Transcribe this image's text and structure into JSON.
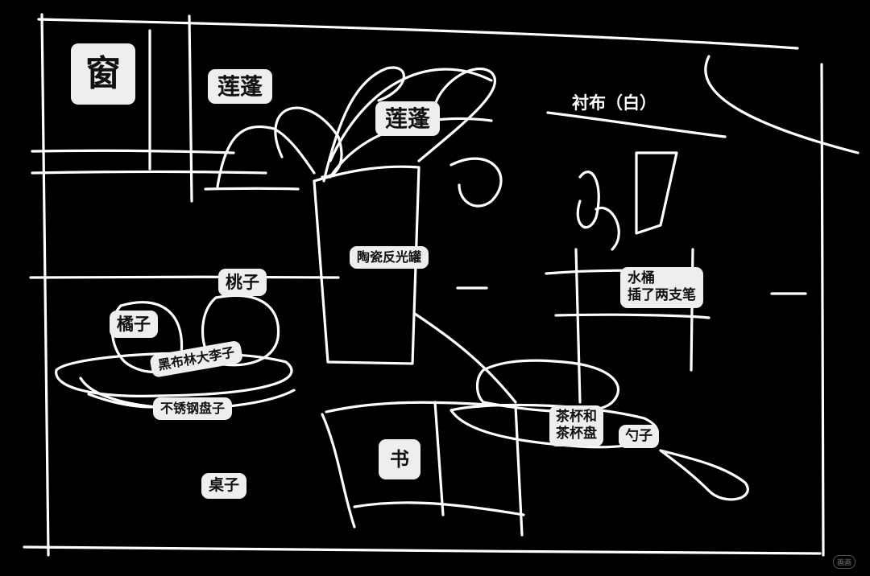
{
  "labels": {
    "window": "窗",
    "lotus_pod_1": "莲蓬",
    "lotus_pod_2": "莲蓬",
    "cloth": "衬布（白）",
    "ceramic_jar": "陶瓷反光罐",
    "peach": "桃子",
    "orange": "橘子",
    "plum": "黑布林大李子",
    "steel_plate": "不锈钢盘子",
    "bucket_line1": "水桶",
    "bucket_line2": "插了两支笔",
    "teacup_line1": "茶杯和",
    "teacup_line2": "茶杯盘",
    "spoon": "勺子",
    "book": "书",
    "table": "桌子"
  },
  "signature": "画画"
}
